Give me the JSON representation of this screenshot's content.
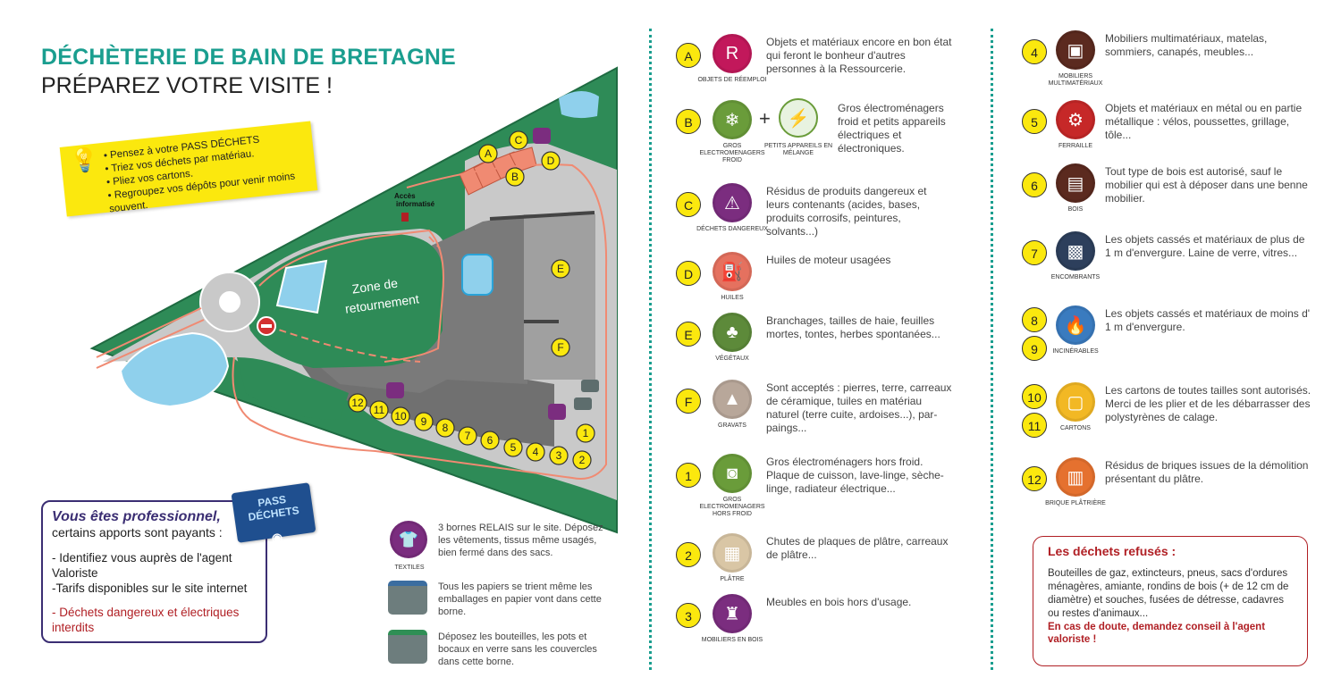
{
  "header": {
    "title": "DÉCHÈTERIE DE BAIN DE BRETAGNE",
    "subtitle": "PRÉPAREZ VOTRE VISITE !"
  },
  "tips": [
    "Pensez à votre PASS DÉCHETS",
    "Triez vos déchets par matériau.",
    "Pliez vos cartons.",
    "Regroupez vos dépôts pour venir moins souvent."
  ],
  "map": {
    "access_label_1": "Accès",
    "access_label_2": "informatisé",
    "zone_label_1": "Zone de",
    "zone_label_2": "retournement",
    "markers": [
      "A",
      "B",
      "C",
      "D",
      "E",
      "F",
      "1",
      "2",
      "3",
      "4",
      "5",
      "6",
      "7",
      "8",
      "9",
      "10",
      "11",
      "12"
    ]
  },
  "pro": {
    "heading": "Vous êtes professionnel,",
    "subheading": "certains apports sont payants :",
    "line1": "- Identifiez vous auprès de l'agent Valoriste",
    "line2": "-Tarifs disponibles sur le site internet",
    "warning": "- Déchets dangereux et électriques interdits",
    "card_title": "PASS DÉCHETS"
  },
  "bottom": {
    "textiles_label": "TEXTILES",
    "textiles_text": "3 bornes RELAIS sur le site. Déposez les vêtements, tissus même usagés, bien fermé dans des sacs.",
    "paper_text": "Tous les papiers se trient même les emballages en papier vont dans cette borne.",
    "glass_text": "Déposez les bouteilles, les pots et bocaux en verre sans les couvercles dans cette borne."
  },
  "col1": [
    {
      "letter": "A",
      "label": "OBJETS DE RÉEMPLOI",
      "color": "#c2185b",
      "glyph": "R",
      "text": "Objets et matériaux encore en bon état qui feront le bonheur d'autres personnes à la Ressourcerie."
    },
    {
      "letter": "B",
      "label": "GROS ELECTROMENAGERS FROID",
      "color": "#6a9c3a",
      "glyph": "❄",
      "label2": "PETITS APPAREILS EN MÉLANGE",
      "text": "Gros électroménagers froid et petits appareils électriques et électroniques."
    },
    {
      "letter": "C",
      "label": "DÉCHETS DANGEREUX",
      "color": "#7b2d7f",
      "glyph": "⚠",
      "text": "Résidus de produits dangereux et leurs contenants (acides, bases, produits corrosifs, peintures, solvants...)"
    },
    {
      "letter": "D",
      "label": "HUILES",
      "color": "#e5715f",
      "glyph": "⛽",
      "text": "Huiles de moteur usagées"
    },
    {
      "letter": "E",
      "label": "VÉGÉTAUX",
      "color": "#5d8a3a",
      "glyph": "♣",
      "text": "Branchages, tailles de haie, feuilles mortes, tontes, herbes spontanées..."
    },
    {
      "letter": "F",
      "label": "GRAVATS",
      "color": "#b8a79a",
      "glyph": "▲",
      "text": "Sont acceptés : pierres, terre, carreaux de céramique, tuiles en matériau naturel (terre cuite, ardoises...), par-paings..."
    },
    {
      "letter": "1",
      "label": "GROS ELECTROMENAGERS HORS FROID",
      "color": "#6a9c3a",
      "glyph": "◙",
      "text": "Gros électroménagers hors froid. Plaque de cuisson, lave-linge, sèche-linge, radiateur électrique..."
    },
    {
      "letter": "2",
      "label": "PLÂTRE",
      "color": "#d9c6a5",
      "glyph": "▦",
      "text": "Chutes de plaques de plâtre, carreaux de plâtre..."
    },
    {
      "letter": "3",
      "label": "MOBILIERS EN BOIS",
      "color": "#7b2d7f",
      "glyph": "♜",
      "text": "Meubles en bois hors d'usage."
    }
  ],
  "col2": [
    {
      "letter": "4",
      "label": "MOBILIERS MULTIMATÉRIAUX",
      "color": "#5b2a1f",
      "glyph": "▣",
      "text": "Mobiliers multimatériaux, matelas, sommiers, canapés, meubles..."
    },
    {
      "letter": "5",
      "label": "FERRAILLE",
      "color": "#c62828",
      "glyph": "⚙",
      "text": "Objets et matériaux en métal ou en partie métallique : vélos, poussettes, grillage, tôle..."
    },
    {
      "letter": "6",
      "label": "BOIS",
      "color": "#5b2a1f",
      "glyph": "▤",
      "text": "Tout type de bois est autorisé, sauf le mobilier qui est à déposer dans une benne mobilier."
    },
    {
      "letter": "7",
      "label": "ENCOMBRANTS",
      "color": "#2d3f5c",
      "glyph": "▩",
      "text": "Les objets cassés et matériaux de plus de 1 m d'envergure. Laine de verre, vitres..."
    },
    {
      "letter": "8",
      "letter2": "9",
      "label": "INCINÉRABLES",
      "color": "#3a7bbf",
      "glyph": "🔥",
      "text": "Les objets cassés et matériaux de moins d' 1 m d'envergure."
    },
    {
      "letter": "10",
      "letter2": "11",
      "label": "CARTONS",
      "color": "#f2b824",
      "glyph": "▢",
      "text": "Les cartons de toutes tailles sont autorisés. Merci de les plier et de les débarrasser des polystyrènes de calage."
    },
    {
      "letter": "12",
      "label": "BRIQUE PLÂTRIÈRE",
      "color": "#e5712f",
      "glyph": "▥",
      "text": "Résidus de briques issues de la démolition présentant du plâtre."
    }
  ],
  "refused": {
    "heading": "Les déchets refusés :",
    "text": "Bouteilles de gaz, extincteurs, pneus, sacs d'ordures ménagères, amiante, rondins de bois (+ de 12 cm de diamètre) et souches, fusées de détresse, cadavres ou restes d'animaux...",
    "warning": "En cas de doute, demandez conseil à l'agent valoriste !"
  }
}
